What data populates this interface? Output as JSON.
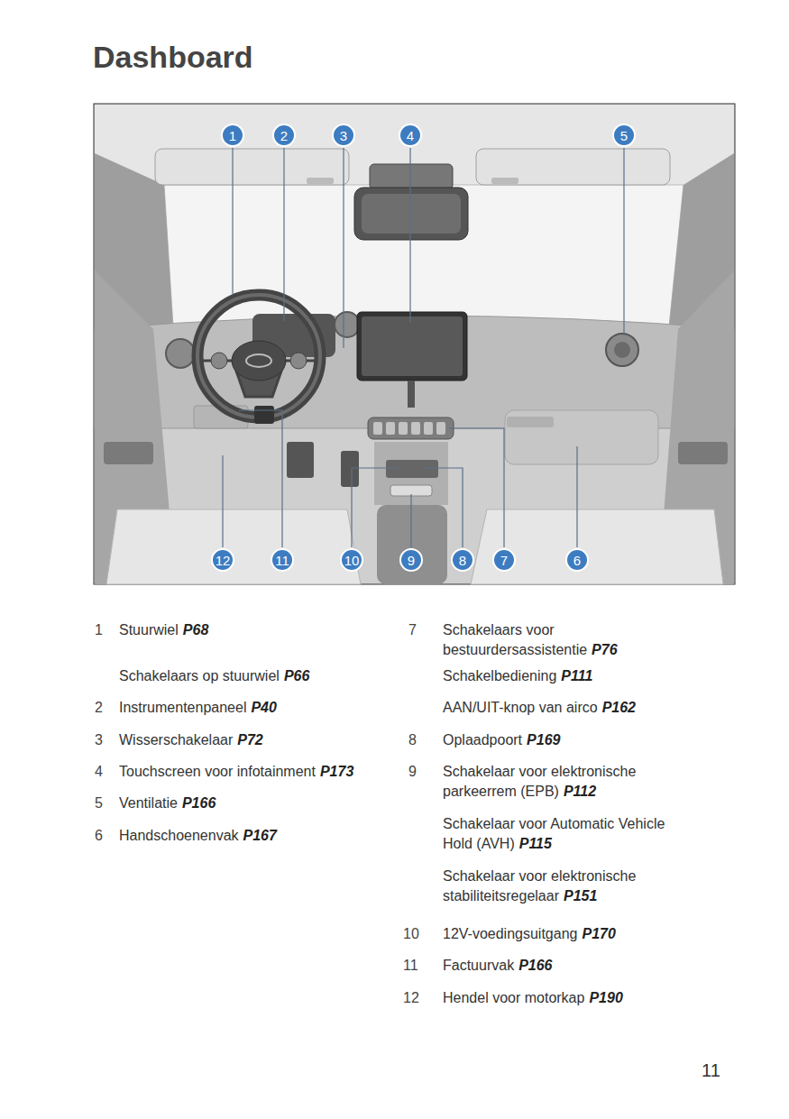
{
  "diagram": {
    "title": "Dashboard",
    "nodes": [
      {
        "text": [
          "1"
        ]
      },
      {
        "text": [
          "2"
        ]
      },
      {
        "text": [
          "3"
        ]
      },
      {
        "text": [
          "4"
        ]
      },
      {
        "text": [
          "5"
        ]
      },
      {
        "text": [
          "12"
        ]
      },
      {
        "text": [
          "11"
        ]
      },
      {
        "text": [
          "10"
        ]
      },
      {
        "text": [
          "9"
        ]
      },
      {
        "text": [
          "8"
        ]
      },
      {
        "text": [
          "7"
        ]
      },
      {
        "text": [
          "6"
        ]
      }
    ],
    "labels": [
      "1",
      "Stuurwiel",
      "P68",
      "Schakelaars op stuurwiel",
      "P66",
      "2",
      "Instrumentenpaneel",
      "P40",
      "3",
      "Wisserschakelaar",
      "P72",
      "4",
      "Touchscreen voor infotainment",
      "P173",
      "5",
      "Ventilatie",
      "P166",
      "6",
      "Handschoenenvak",
      "P167",
      "7",
      "Schakelaars voor bestuurdersassistentie",
      "P76",
      "Schakelbediening",
      "P111",
      "AAN/UIT-knop van airco",
      "P162",
      "8",
      "Oplaadpoort",
      "P169",
      "9",
      "Schakelaar voor elektronische parkeerrem (EPB)",
      "P112",
      "Schakelaar voor Automatic Vehicle Hold (AVH)",
      "P115",
      "Schakelaar voor elektronische stabiliteitsregelaar",
      "P151",
      "10",
      "12V-voedingsuitgang",
      "P170",
      "11",
      "Factuurvak",
      "P166",
      "12",
      "Hendel voor motorkap",
      "P190",
      "11"
    ]
  }
}
